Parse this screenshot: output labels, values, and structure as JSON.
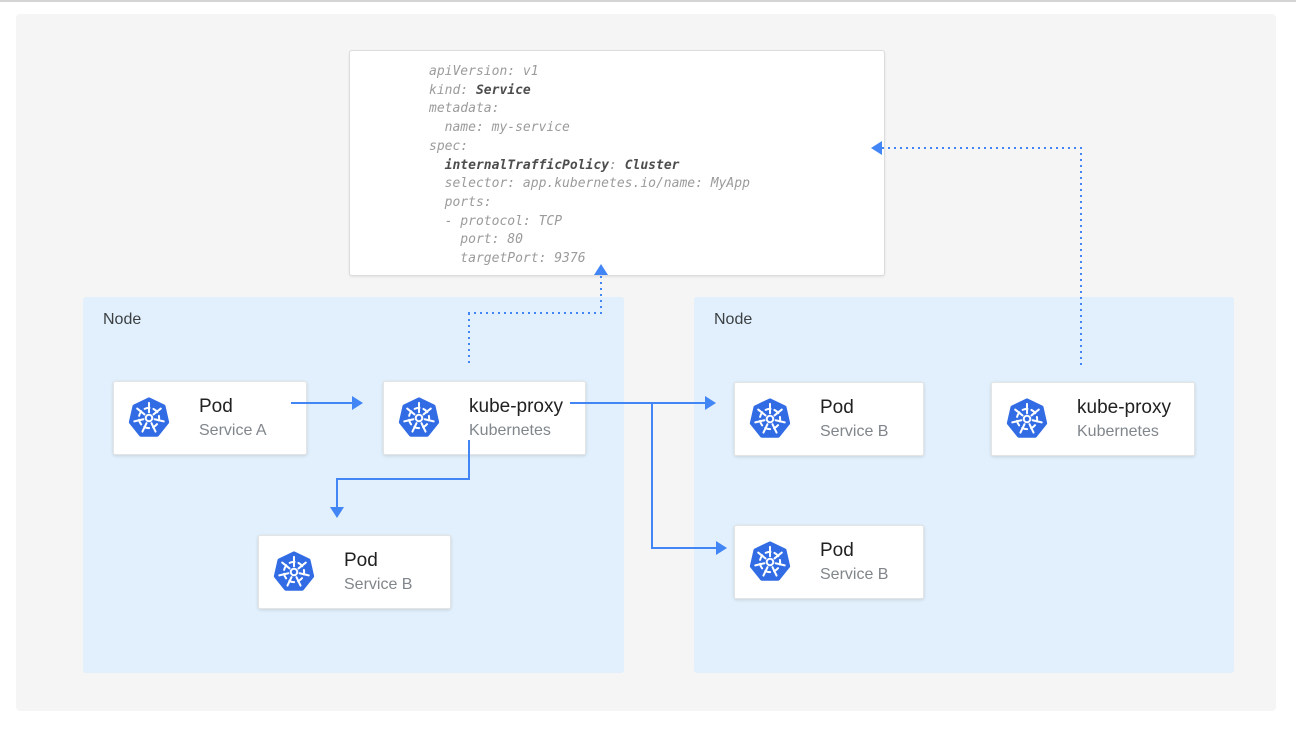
{
  "colors": {
    "accent": "#4285f4",
    "k8s_blue": "#326ce5",
    "node_bg": "#e1f0fc",
    "panel_bg": "#f5f5f6",
    "code_gray": "#9b9b9b",
    "code_bold": "#4d4d4d",
    "title_color": "#212121",
    "subtitle_color": "#80868b",
    "node_label_color": "#3c4043",
    "card_border": "#e4e4e4"
  },
  "yaml_card": {
    "lines": [
      {
        "segments": [
          {
            "text": "apiVersion: v1",
            "bold": false
          }
        ]
      },
      {
        "segments": [
          {
            "text": "kind: ",
            "bold": false
          },
          {
            "text": "Service",
            "bold": true
          }
        ]
      },
      {
        "segments": [
          {
            "text": "metadata:",
            "bold": false
          }
        ]
      },
      {
        "segments": [
          {
            "text": "  name: my-service",
            "bold": false
          }
        ]
      },
      {
        "segments": [
          {
            "text": "spec:",
            "bold": false
          }
        ]
      },
      {
        "segments": [
          {
            "text": "  ",
            "bold": false
          },
          {
            "text": "internalTrafficPolicy",
            "bold": true
          },
          {
            "text": ": ",
            "bold": false
          },
          {
            "text": "Cluster",
            "bold": true
          }
        ]
      },
      {
        "segments": [
          {
            "text": "  selector: app.kubernetes.io/name: MyApp",
            "bold": false
          }
        ]
      },
      {
        "segments": [
          {
            "text": "  ports:",
            "bold": false
          }
        ]
      },
      {
        "segments": [
          {
            "text": "  - protocol: TCP",
            "bold": false
          }
        ]
      },
      {
        "segments": [
          {
            "text": "    port: 80",
            "bold": false
          }
        ]
      },
      {
        "segments": [
          {
            "text": "    targetPort: 9376",
            "bold": false
          }
        ]
      }
    ]
  },
  "nodes": [
    {
      "label": "Node"
    },
    {
      "label": "Node"
    }
  ],
  "cards": [
    {
      "id": "pod-service-a",
      "title": "Pod",
      "subtitle": "Service A",
      "icon": "kubernetes-icon"
    },
    {
      "id": "kube-proxy-left",
      "title": "kube-proxy",
      "subtitle": "Kubernetes",
      "icon": "kubernetes-icon"
    },
    {
      "id": "pod-service-b-left",
      "title": "Pod",
      "subtitle": "Service B",
      "icon": "kubernetes-icon"
    },
    {
      "id": "pod-service-b-right-top",
      "title": "Pod",
      "subtitle": "Service B",
      "icon": "kubernetes-icon"
    },
    {
      "id": "pod-service-b-right-bottom",
      "title": "Pod",
      "subtitle": "Service B",
      "icon": "kubernetes-icon"
    },
    {
      "id": "kube-proxy-right",
      "title": "kube-proxy",
      "subtitle": "Kubernetes",
      "icon": "kubernetes-icon"
    }
  ]
}
